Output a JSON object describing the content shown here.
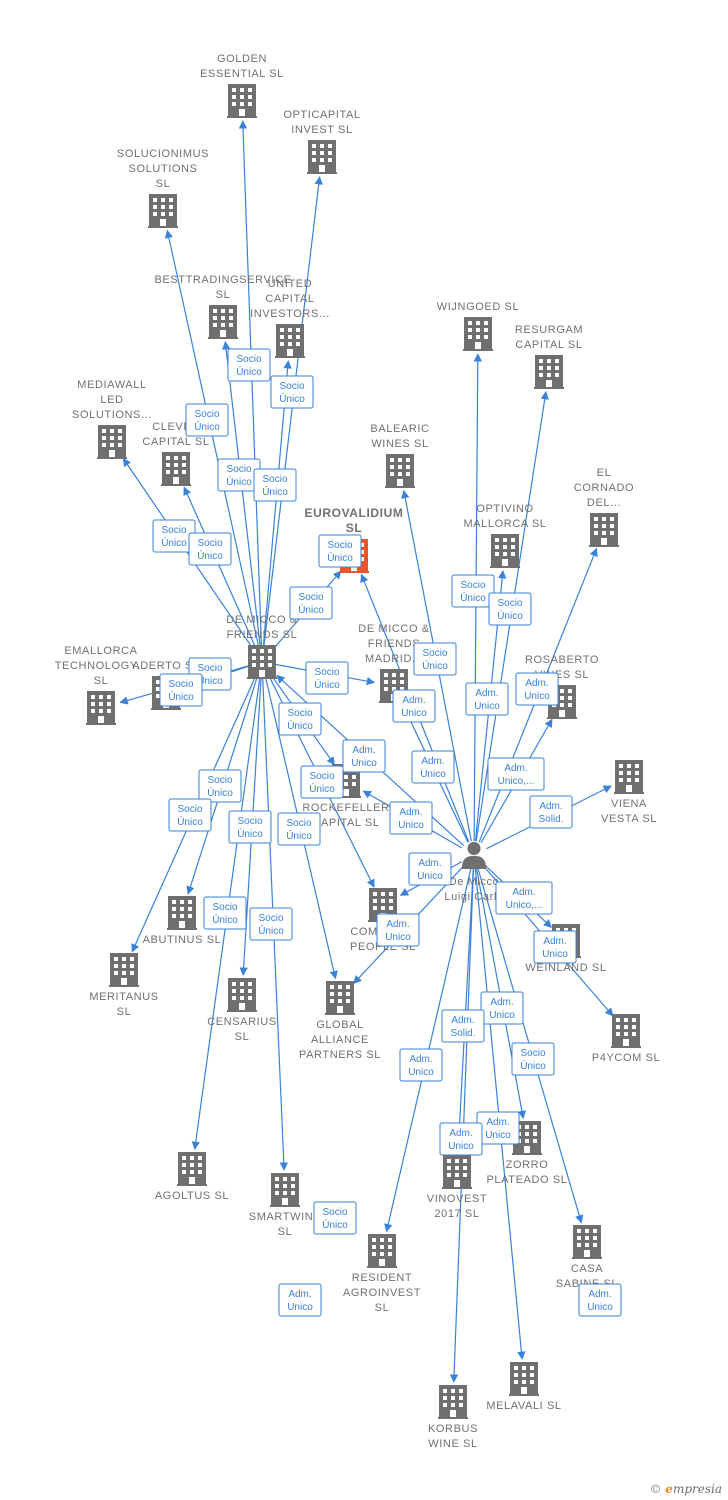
{
  "nodes": [
    {
      "id": "golden",
      "label": [
        "GOLDEN",
        "ESSENTIAL  SL"
      ],
      "type": "company"
    },
    {
      "id": "opticapital",
      "label": [
        "OPTICAPITAL",
        "INVEST  SL"
      ],
      "type": "company"
    },
    {
      "id": "solucionimus",
      "label": [
        "SOLUCIONIMUS",
        "SOLUTIONS",
        "SL"
      ],
      "type": "company"
    },
    {
      "id": "besttrading",
      "label": [
        "BESTTRADINGSERVICE",
        "SL"
      ],
      "type": "company"
    },
    {
      "id": "united",
      "label": [
        "UNITED",
        "CAPITAL",
        "INVESTORS..."
      ],
      "type": "company"
    },
    {
      "id": "wijngoed",
      "label": [
        "WIJNGOED  SL"
      ],
      "type": "company"
    },
    {
      "id": "resurgam",
      "label": [
        "RESURGAM",
        "CAPITAL  SL"
      ],
      "type": "company"
    },
    {
      "id": "mediawall",
      "label": [
        "MEDIAWALL",
        "LED",
        "SOLUTIONS..."
      ],
      "type": "company"
    },
    {
      "id": "clever",
      "label": [
        "CLEVER",
        "CAPITAL  SL"
      ],
      "type": "company"
    },
    {
      "id": "balearic",
      "label": [
        "BALEARIC",
        "WINES  SL"
      ],
      "type": "company"
    },
    {
      "id": "elcornado",
      "label": [
        "EL",
        "CORNADO",
        "DEL..."
      ],
      "type": "company"
    },
    {
      "id": "eurovalidium",
      "label": [
        "EUROVALIDIUM",
        "SL"
      ],
      "type": "focus"
    },
    {
      "id": "optivino",
      "label": [
        "OPTIVINO",
        "MALLORCA  SL"
      ],
      "type": "company"
    },
    {
      "id": "demiccofriends",
      "label": [
        "DE MICCO &",
        "FRIENDS  SL"
      ],
      "type": "company"
    },
    {
      "id": "demiccomadrid",
      "label": [
        "DE MICCO &",
        "FRIENDS",
        "MADRID..."
      ],
      "type": "company"
    },
    {
      "id": "emallorca",
      "label": [
        "EMALLORCA",
        "TECHNOLOGY...",
        "SL"
      ],
      "type": "company"
    },
    {
      "id": "aderto",
      "label": [
        "ADERTO  SL"
      ],
      "type": "company"
    },
    {
      "id": "rosaberto",
      "label": [
        "ROSABERTO",
        "VINES  SL"
      ],
      "type": "company"
    },
    {
      "id": "vienavesta",
      "label": [
        "VIENA",
        "VESTA  SL"
      ],
      "type": "company"
    },
    {
      "id": "rockefeller",
      "label": [
        "ROCKEFELLER",
        "CAPITAL  SL"
      ],
      "type": "company"
    },
    {
      "id": "person",
      "label": [
        "De Micco",
        "Luigi Carlo"
      ],
      "type": "person"
    },
    {
      "id": "abutinus",
      "label": [
        "ABUTINUS  SL"
      ],
      "type": "company"
    },
    {
      "id": "meritanus",
      "label": [
        "MERITANUS",
        "SL"
      ],
      "type": "company"
    },
    {
      "id": "compeople",
      "label": [
        "COMPLETE",
        "PEOPLE  SL"
      ],
      "type": "company"
    },
    {
      "id": "weinland",
      "label": [
        "WEINLAND  SL"
      ],
      "type": "company"
    },
    {
      "id": "censarius",
      "label": [
        "CENSARIUS",
        "SL"
      ],
      "type": "company"
    },
    {
      "id": "global",
      "label": [
        "GLOBAL",
        "ALLIANCE",
        "PARTNERS  SL"
      ],
      "type": "company"
    },
    {
      "id": "p4ycom",
      "label": [
        "P4YCOM  SL"
      ],
      "type": "company"
    },
    {
      "id": "agoltus",
      "label": [
        "AGOLTUS  SL"
      ],
      "type": "company"
    },
    {
      "id": "smartwine",
      "label": [
        "SMARTWINE",
        "SL"
      ],
      "type": "company"
    },
    {
      "id": "zorro",
      "label": [
        "ZORRO",
        "PLATEADO  SL"
      ],
      "type": "company"
    },
    {
      "id": "vinovest",
      "label": [
        "VINOVEST",
        "2017  SL"
      ],
      "type": "company"
    },
    {
      "id": "resident",
      "label": [
        "RESIDENT",
        "AGROINVEST",
        "SL"
      ],
      "type": "company"
    },
    {
      "id": "casasabine",
      "label": [
        "CASA",
        "SABINE  SL"
      ],
      "type": "company"
    },
    {
      "id": "korbus",
      "label": [
        "KORBUS",
        "WINE  SL"
      ],
      "type": "company"
    },
    {
      "id": "melavali",
      "label": [
        "MELAVALI  SL"
      ],
      "type": "company"
    }
  ],
  "relations": [
    [
      "Socio",
      "Único"
    ],
    [
      "Socio",
      "Único"
    ],
    [
      "Socio",
      "Único"
    ],
    [
      "Socio",
      "Único"
    ],
    [
      "Socio",
      "Único"
    ],
    [
      "Socio",
      "Único"
    ],
    [
      "Socio",
      "Único"
    ],
    [
      "Socio",
      "Único"
    ],
    [
      "Socio",
      "Único"
    ],
    [
      "Socio",
      "Único"
    ],
    [
      "Socio",
      "Único"
    ],
    [
      "Socio",
      "Único"
    ],
    [
      "Socio",
      "Único"
    ],
    [
      "Socio",
      "Único"
    ],
    [
      "Socio",
      "Único"
    ],
    [
      "Socio",
      "Único"
    ],
    [
      "Socio",
      "Único"
    ],
    [
      "Socio",
      "Único"
    ],
    [
      "Socio",
      "Único"
    ],
    [
      "Socio",
      "Único"
    ],
    [
      "Socio",
      "Único"
    ],
    [
      "Socio",
      "Único"
    ],
    [
      "Socio",
      "Único"
    ],
    [
      "Socio",
      "Único"
    ],
    [
      "Adm.",
      "Unico"
    ],
    [
      "Adm.",
      "Unico"
    ],
    [
      "Adm.",
      "Unico"
    ],
    [
      "Adm.",
      "Unico"
    ],
    [
      "Adm.",
      "Unico"
    ],
    [
      "Adm.",
      "Unico,..."
    ],
    [
      "Adm.",
      "Solid."
    ],
    [
      "Adm.",
      "Unico"
    ],
    [
      "Adm.",
      "Unico"
    ],
    [
      "Adm.",
      "Unico"
    ],
    [
      "Adm.",
      "Unico,..."
    ],
    [
      "Adm.",
      "Unico"
    ],
    [
      "Adm.",
      "Unico"
    ],
    [
      "Adm.",
      "Solid."
    ],
    [
      "Adm.",
      "Unico"
    ],
    [
      "Socio",
      "Único"
    ],
    [
      "Adm.",
      "Unico"
    ],
    [
      "Adm.",
      "Unico"
    ],
    [
      "Adm.",
      "Unico"
    ],
    [
      "Adm.",
      "Unico"
    ]
  ],
  "watermark": {
    "copyright": "©",
    "brand_initial": "e",
    "brand_rest": "mpresia"
  },
  "colors": {
    "edge": "#3a82d8",
    "building": "#6f6f6f",
    "focus": "#e8572c",
    "label": "#707070"
  }
}
